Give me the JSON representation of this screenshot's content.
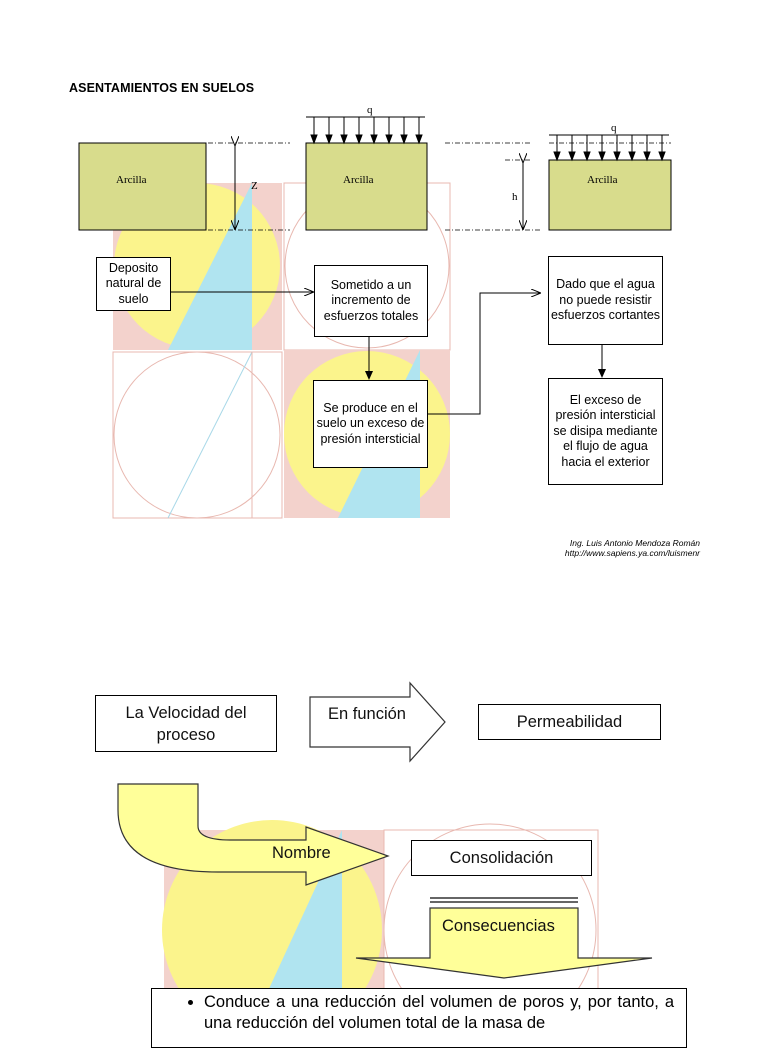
{
  "heading": "ASENTAMIENTOS EN SUELOS",
  "diagram": {
    "clay_label": "Arcilla",
    "symbol_z": "Z",
    "symbol_q": "q",
    "symbol_h": "h"
  },
  "flow": {
    "deposito": "Deposito natural de suelo",
    "sometido": "Sometido a un incremento de esfuerzos totales",
    "produce": "Se produce en el suelo un exceso de presión intersticial",
    "dado": "Dado que el agua no puede resistir esfuerzos cortantes",
    "exceso": "El exceso de presión intersticial se disipa mediante el flujo de agua hacia el exterior"
  },
  "credit": {
    "author": "Ing. Luis Antonio Mendoza Román",
    "url": "http://www.sapiens.ya.com/luismenr"
  },
  "process": {
    "velocidad": "La Velocidad del proceso",
    "en_funcion": "En función",
    "permeabilidad": "Permeabilidad",
    "nombre": "Nombre",
    "consolidacion": "Consolidación",
    "consecuencias": "Consecuencias",
    "bullet": "Conduce a una reducción del volumen de poros y, por tanto, a una reducción del volumen total de la masa de"
  },
  "colors": {
    "clay": "#d8dc8c",
    "watermark_pink": "#f3d2cc",
    "watermark_yellow": "#fbf48c",
    "watermark_blue": "#b0e4f0",
    "arrow_fill": "#ffff99"
  }
}
